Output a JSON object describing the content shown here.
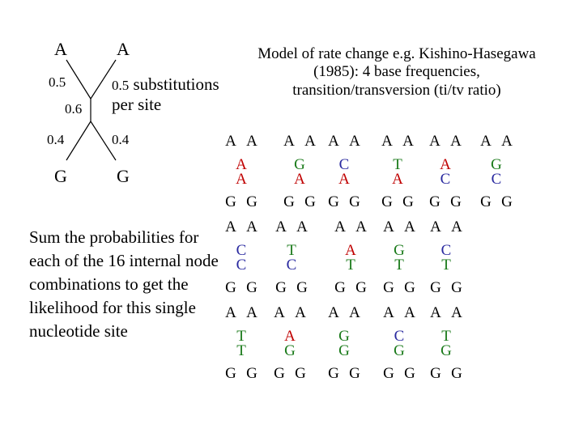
{
  "tree": {
    "top_left_leaf": "A",
    "top_right_leaf": "A",
    "bottom_left_leaf": "G",
    "bottom_right_leaf": "G",
    "branch_top_left": "0.5",
    "branch_top_right": "0.5",
    "branch_internal": "0.6",
    "branch_bottom_left": "0.4",
    "branch_bottom_right": "0.4",
    "branch_unit_label": "substitutions per site"
  },
  "model_text": "Model of rate change e.g. Kishino-Hasegawa (1985): 4 base frequencies, transition/transversion (ti/tv ratio)",
  "sum_text": "Sum the probabilities for each of the 16 internal node combinations to get the likelihood for this single nucleotide site",
  "colors": {
    "A": "#c00000",
    "C": "#2a2aa0",
    "G": "#1a7a1a",
    "T": "#1a7a1a"
  },
  "combos": [
    {
      "leaves_top": [
        "A",
        "A"
      ],
      "internal": [
        "A",
        "A"
      ],
      "leaves_bottom": [
        "G",
        "G"
      ]
    },
    {
      "leaves_top": [
        "A",
        "A"
      ],
      "internal": [
        "G",
        "A"
      ],
      "leaves_bottom": [
        "G",
        "G"
      ]
    },
    {
      "leaves_top": [
        "A",
        "A"
      ],
      "internal": [
        "C",
        "A"
      ],
      "leaves_bottom": [
        "G",
        "G"
      ]
    },
    {
      "leaves_top": [
        "A",
        "A"
      ],
      "internal": [
        "T",
        "A"
      ],
      "leaves_bottom": [
        "G",
        "G"
      ]
    },
    {
      "leaves_top": [
        "A",
        "A"
      ],
      "internal": [
        "A",
        "C"
      ],
      "leaves_bottom": [
        "G",
        "G"
      ]
    },
    {
      "leaves_top": [
        "A",
        "A"
      ],
      "internal": [
        "G",
        "C"
      ],
      "leaves_bottom": [
        "G",
        "G"
      ]
    },
    {
      "leaves_top": [
        "A",
        "A"
      ],
      "internal": [
        "C",
        "C"
      ],
      "leaves_bottom": [
        "G",
        "G"
      ]
    },
    {
      "leaves_top": [
        "A",
        "A"
      ],
      "internal": [
        "T",
        "C"
      ],
      "leaves_bottom": [
        "G",
        "G"
      ]
    },
    {
      "leaves_top": [
        "A",
        "A"
      ],
      "internal": [
        "A",
        "T"
      ],
      "leaves_bottom": [
        "G",
        "G"
      ]
    },
    {
      "leaves_top": [
        "A",
        "A"
      ],
      "internal": [
        "G",
        "T"
      ],
      "leaves_bottom": [
        "G",
        "G"
      ]
    },
    {
      "leaves_top": [
        "A",
        "A"
      ],
      "internal": [
        "C",
        "T"
      ],
      "leaves_bottom": [
        "G",
        "G"
      ]
    },
    {
      "leaves_top": [
        "A",
        "A"
      ],
      "internal": [
        "T",
        "T"
      ],
      "leaves_bottom": [
        "G",
        "G"
      ]
    },
    {
      "leaves_top": [
        "A",
        "A"
      ],
      "internal": [
        "A",
        "G"
      ],
      "leaves_bottom": [
        "G",
        "G"
      ]
    },
    {
      "leaves_top": [
        "A",
        "A"
      ],
      "internal": [
        "G",
        "G"
      ],
      "leaves_bottom": [
        "G",
        "G"
      ]
    },
    {
      "leaves_top": [
        "A",
        "A"
      ],
      "internal": [
        "C",
        "G"
      ],
      "leaves_bottom": [
        "G",
        "G"
      ]
    },
    {
      "leaves_top": [
        "A",
        "A"
      ],
      "internal": [
        "T",
        "G"
      ],
      "leaves_bottom": [
        "G",
        "G"
      ]
    }
  ]
}
